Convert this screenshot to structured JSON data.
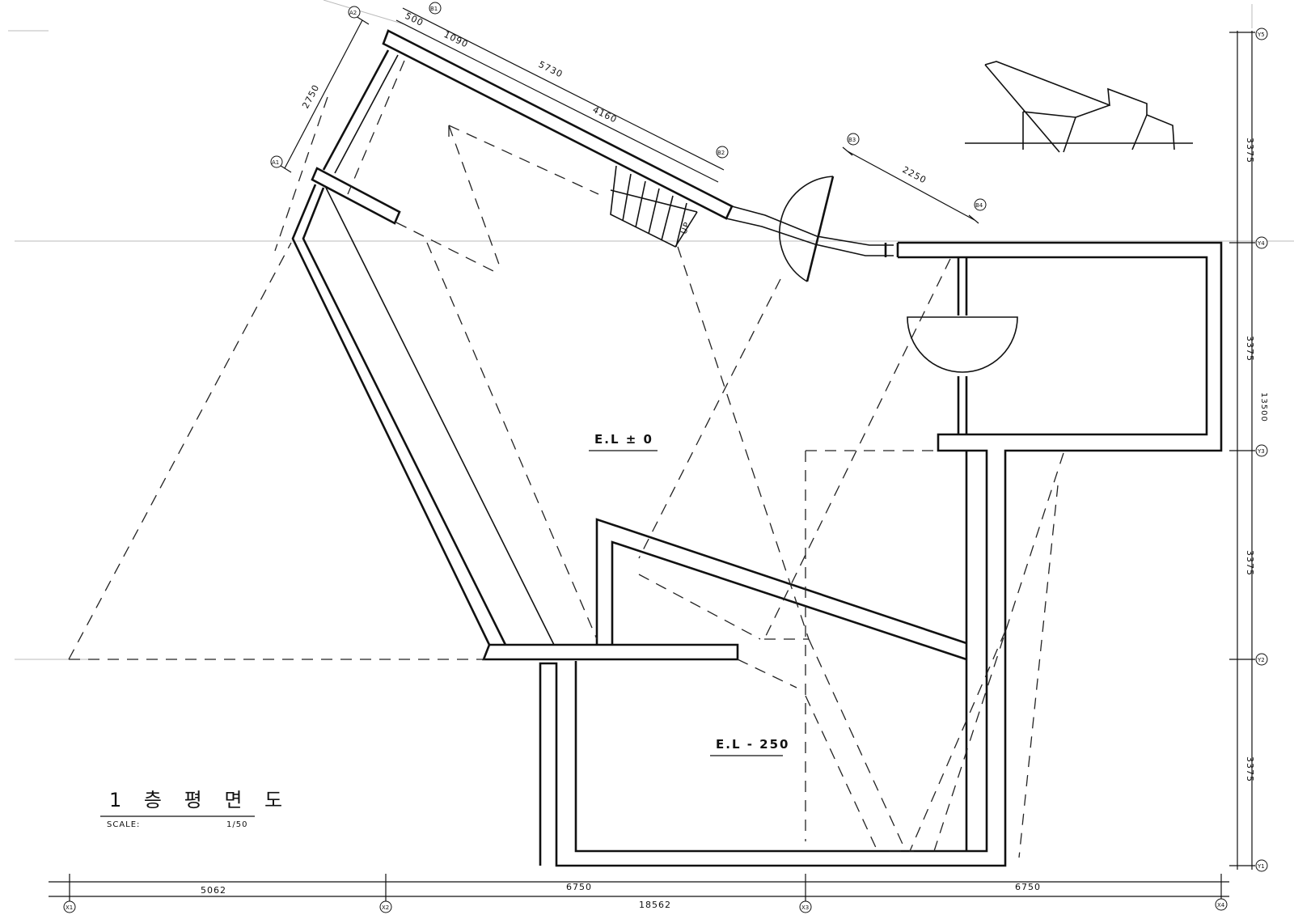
{
  "drawing": {
    "title": "1 층 평 면 도",
    "scale_label": "SCALE:",
    "scale_value": "1/50"
  },
  "levels": {
    "upper": "E.L ± 0",
    "lower": "E.L - 250"
  },
  "stair_label": "UP",
  "dims": {
    "bottom_segments": [
      "5062",
      "6750",
      "6750"
    ],
    "bottom_total": "18562",
    "right_segments": [
      "3375",
      "3375",
      "3375",
      "3375"
    ],
    "right_total": "13500",
    "top_diag": [
      "500",
      "1090",
      "5730",
      "4160"
    ],
    "left_diag": "2750",
    "mid_diag": "2250"
  },
  "grid_bubbles": {
    "bottom": [
      "X1",
      "X2",
      "X3",
      "X4"
    ],
    "right": [
      "Y5",
      "Y4",
      "Y3",
      "Y2",
      "Y1"
    ],
    "top": [
      "A2",
      "B1",
      "A1",
      "B2",
      "B3",
      "B4"
    ]
  }
}
